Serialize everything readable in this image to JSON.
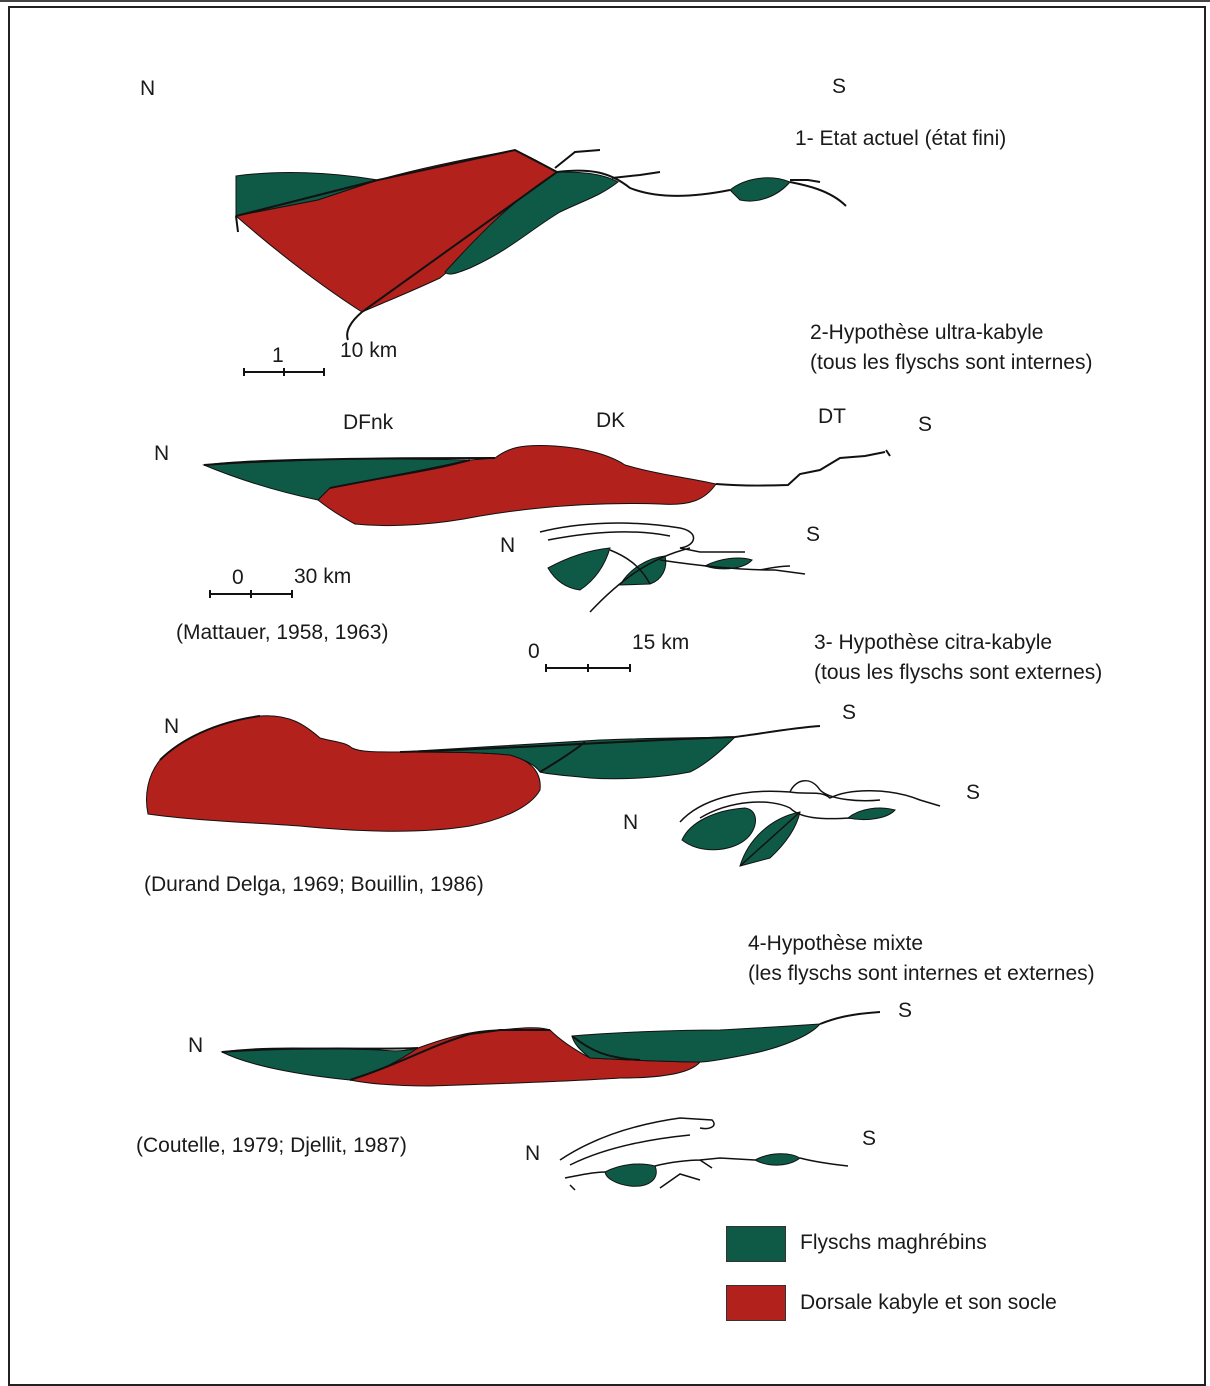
{
  "colors": {
    "flysch": "#0f5a46",
    "dorsale": "#b3211c",
    "line": "#111111"
  },
  "section1": {
    "north": "N",
    "south": "S",
    "title": "1- Etat  actuel  (état fini)",
    "scale_value": "1",
    "scale_unit": "10 km"
  },
  "section2": {
    "title_line1": "2-Hypothèse ultra-kabyle",
    "title_line2": "(tous les flyschs sont internes)",
    "north": "N",
    "south": "S",
    "zone_dfnk": "DFnk",
    "zone_dk": "DK",
    "zone_dt": "DT",
    "scale_zero": "0",
    "scale_unit": "30 km",
    "citation": "(Mattauer, 1958, 1963)",
    "inset_north": "N",
    "inset_south": "S"
  },
  "section3": {
    "scale_zero": "0",
    "scale_unit": "15 km",
    "title_line1": "3- Hypothèse citra-kabyle",
    "title_line2": "(tous les flyschs sont externes)",
    "north": "N",
    "south": "S",
    "inset_north": "N",
    "inset_south": "S",
    "citation": "(Durand Delga, 1969; Bouillin, 1986)"
  },
  "section4": {
    "title_line1": "4-Hypothèse mixte",
    "title_line2": "(les flyschs sont internes et externes)",
    "north": "N",
    "south": "S",
    "citation": "(Coutelle, 1979; Djellit, 1987)",
    "inset_north": "N",
    "inset_south": "S"
  },
  "legend": {
    "flysch_label": "Flyschs maghrébins",
    "dorsale_label": "Dorsale kabyle et son socle"
  }
}
